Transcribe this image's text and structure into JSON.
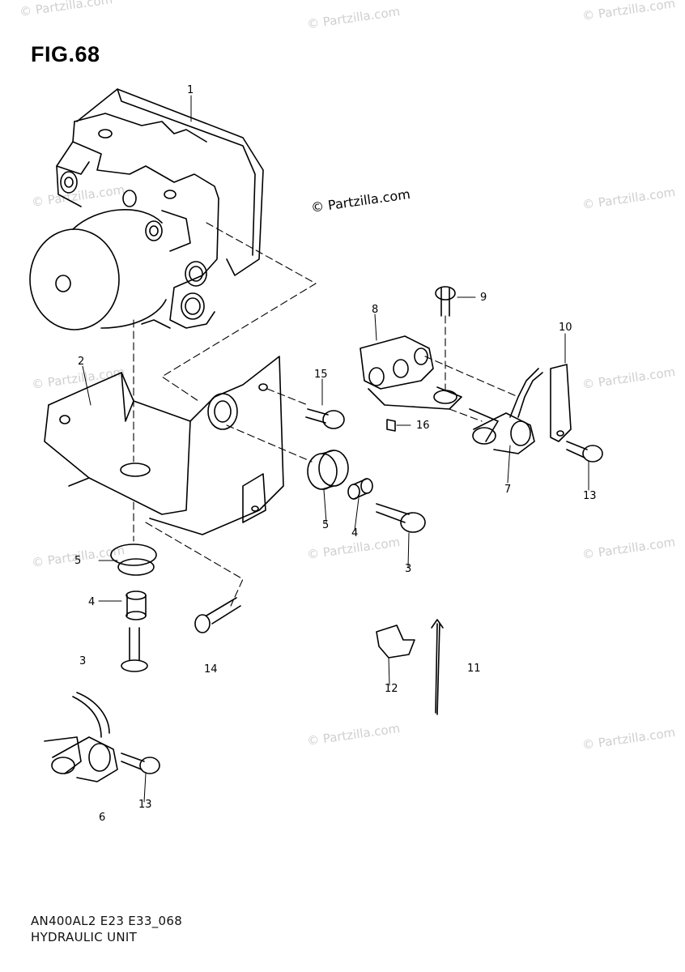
{
  "figure": {
    "title": "FIG.68",
    "code": "AN400AL2 E23 E33_068",
    "name": "HYDRAULIC UNIT"
  },
  "watermark": "© Partzilla.com",
  "callouts": [
    {
      "id": "c1",
      "label": "1"
    },
    {
      "id": "c2",
      "label": "2"
    },
    {
      "id": "c3a",
      "label": "3"
    },
    {
      "id": "c3b",
      "label": "3"
    },
    {
      "id": "c4a",
      "label": "4"
    },
    {
      "id": "c4b",
      "label": "4"
    },
    {
      "id": "c5a",
      "label": "5"
    },
    {
      "id": "c5b",
      "label": "5"
    },
    {
      "id": "c6",
      "label": "6"
    },
    {
      "id": "c7",
      "label": "7"
    },
    {
      "id": "c8",
      "label": "8"
    },
    {
      "id": "c9",
      "label": "9"
    },
    {
      "id": "c10",
      "label": "10"
    },
    {
      "id": "c11",
      "label": "11"
    },
    {
      "id": "c12",
      "label": "12"
    },
    {
      "id": "c13a",
      "label": "13"
    },
    {
      "id": "c13b",
      "label": "13"
    },
    {
      "id": "c14",
      "label": "14"
    },
    {
      "id": "c15",
      "label": "15"
    },
    {
      "id": "c16",
      "label": "16"
    }
  ]
}
